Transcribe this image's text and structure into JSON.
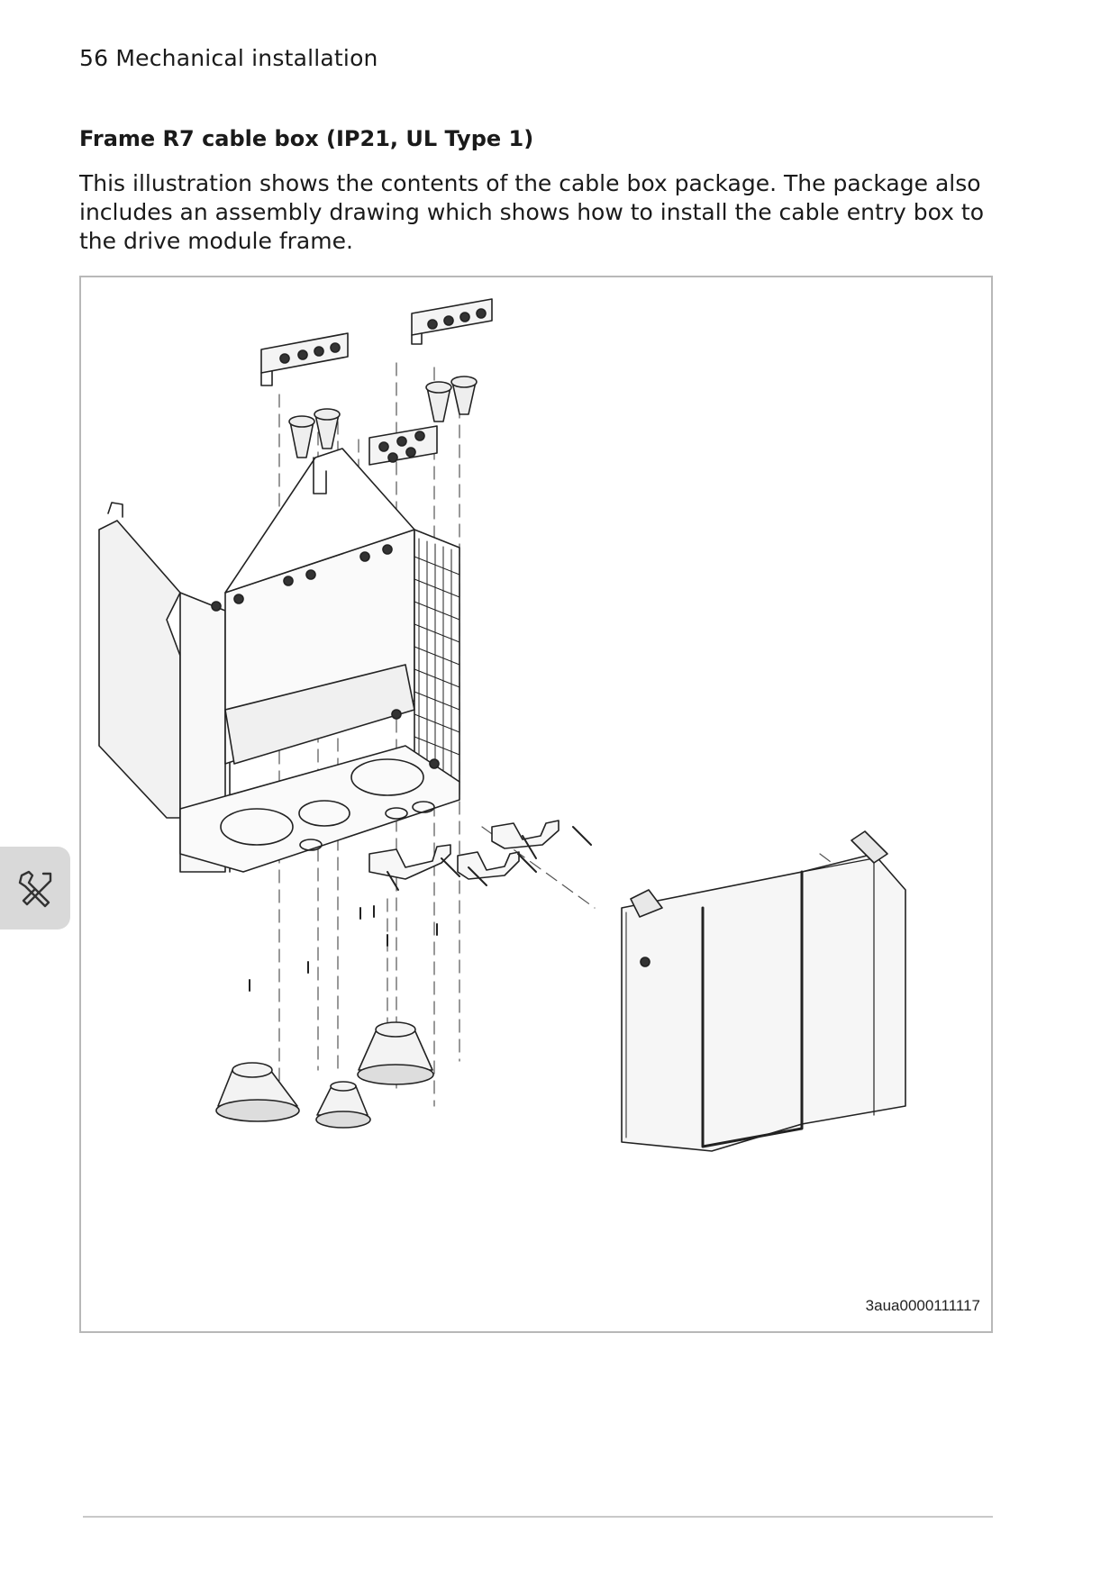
{
  "header": {
    "running_head": "56 Mechanical installation"
  },
  "section": {
    "title": "Frame R7 cable box (IP21, UL Type 1)",
    "body": "This illustration shows the contents of the cable box package. The package also includes an assembly drawing which shows how to install the cable entry box to the drive module frame."
  },
  "figure": {
    "id": "3aua0000111117"
  },
  "side_tab": {
    "icon": "wrench-screwdriver-icon"
  }
}
